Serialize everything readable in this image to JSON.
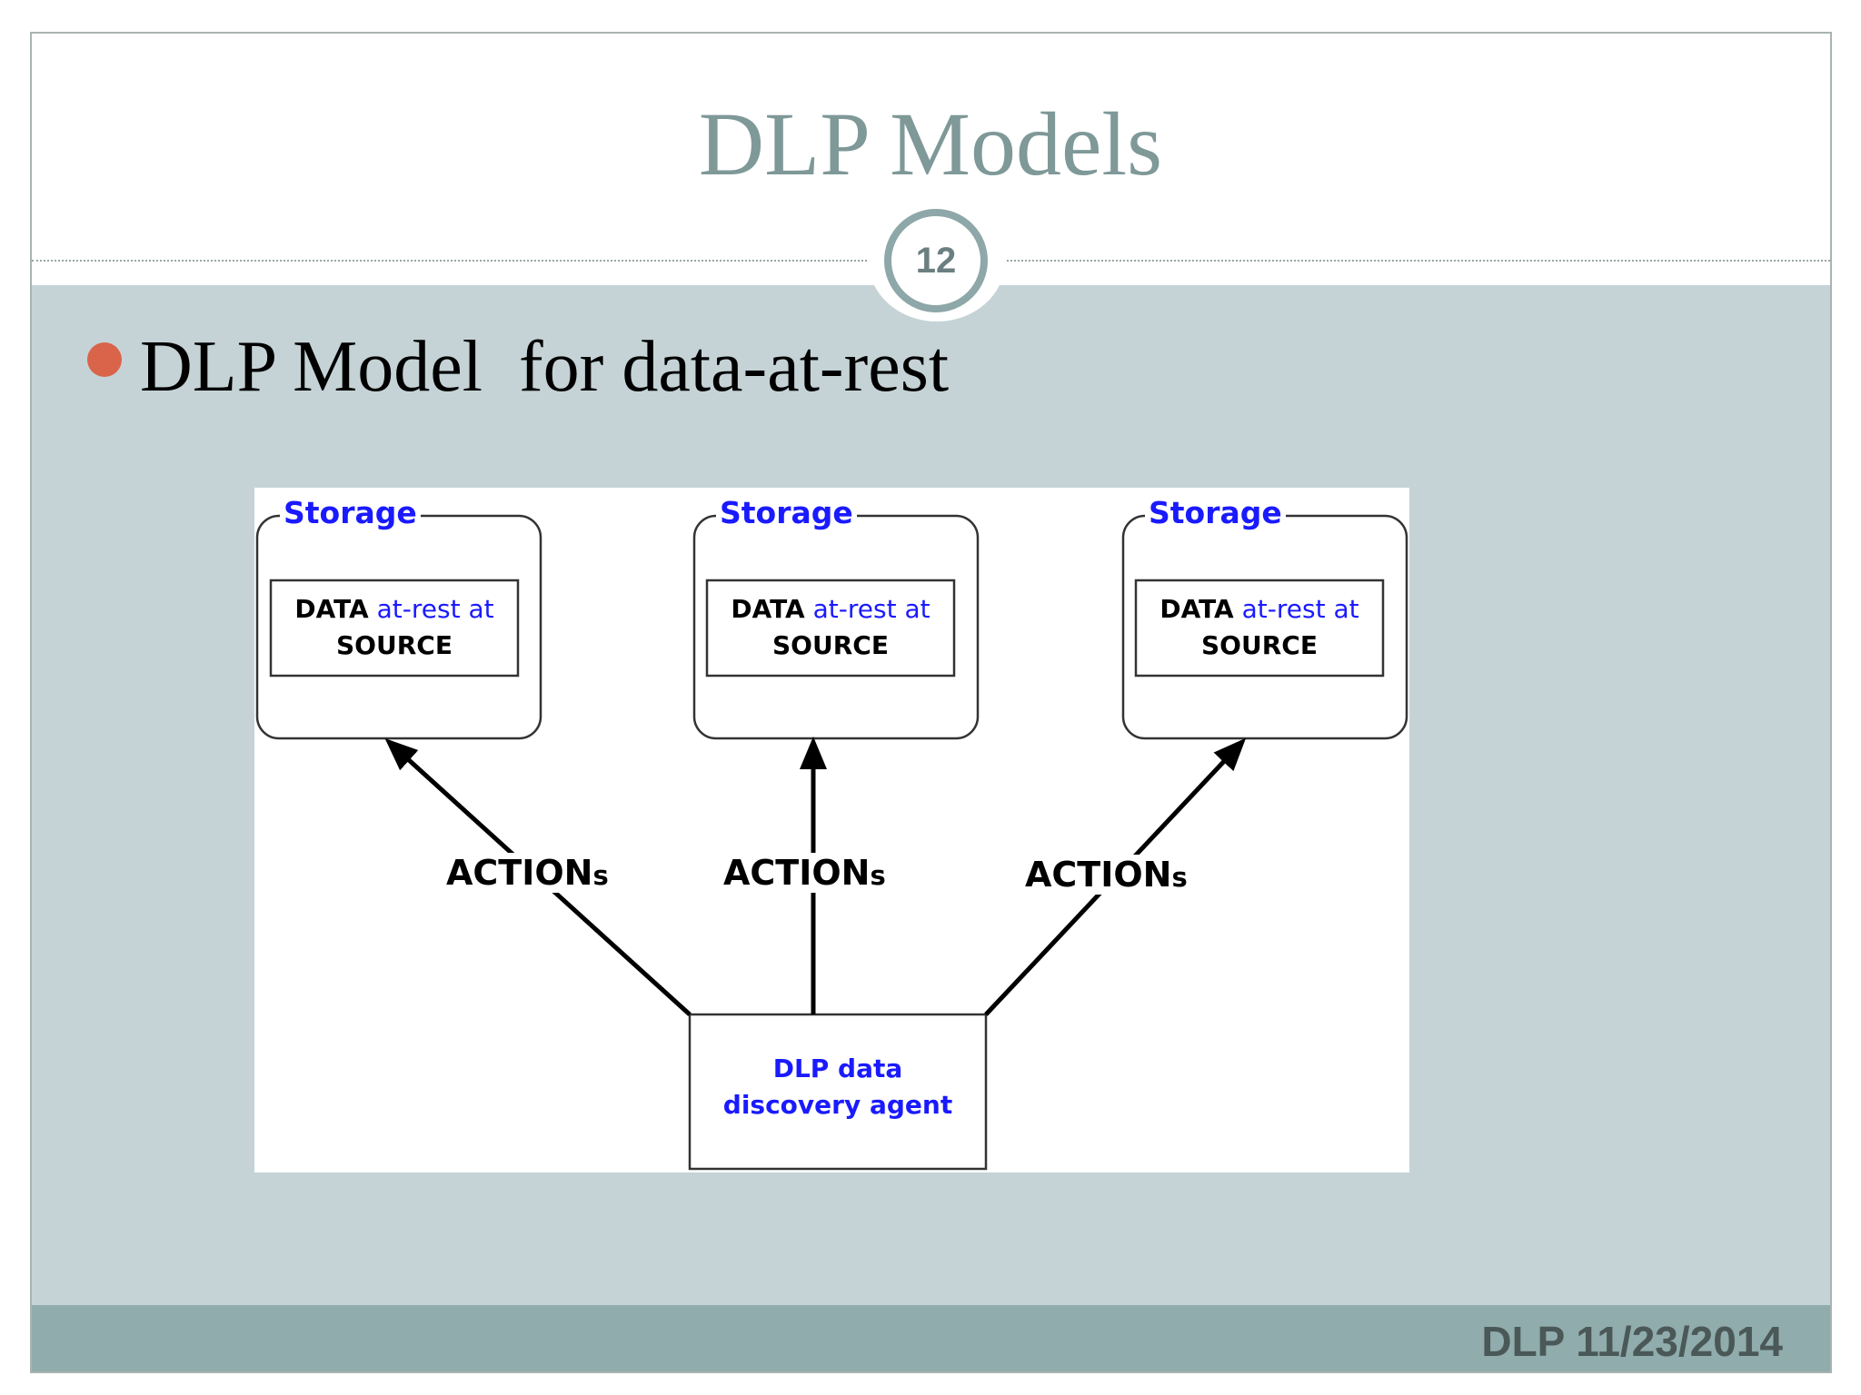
{
  "slide": {
    "title": "DLP Models",
    "slide_number": "12",
    "bullet": "DLP Model  for data-at-rest",
    "footer": "DLP 11/23/2014"
  },
  "diagram": {
    "storage_units": [
      {
        "label": "Storage",
        "data_word": "DATA",
        "middle": "at-rest at",
        "source_word": "SOURCE"
      },
      {
        "label": "Storage",
        "data_word": "DATA",
        "middle": "at-rest at",
        "source_word": "SOURCE"
      },
      {
        "label": "Storage",
        "data_word": "DATA",
        "middle": "at-rest at",
        "source_word": "SOURCE"
      }
    ],
    "actions": [
      {
        "main": "ACTION",
        "suffix": "s"
      },
      {
        "main": "ACTION",
        "suffix": "s"
      },
      {
        "main": "ACTION",
        "suffix": "s"
      }
    ],
    "agent": {
      "line1": "DLP data",
      "line2": "discovery agent"
    }
  },
  "colors": {
    "title": "#7f9898",
    "content_band": "#c5d3d6",
    "footer_band": "#90acac",
    "bullet": "#d9644a",
    "diagram_blue": "#1a1aff"
  }
}
